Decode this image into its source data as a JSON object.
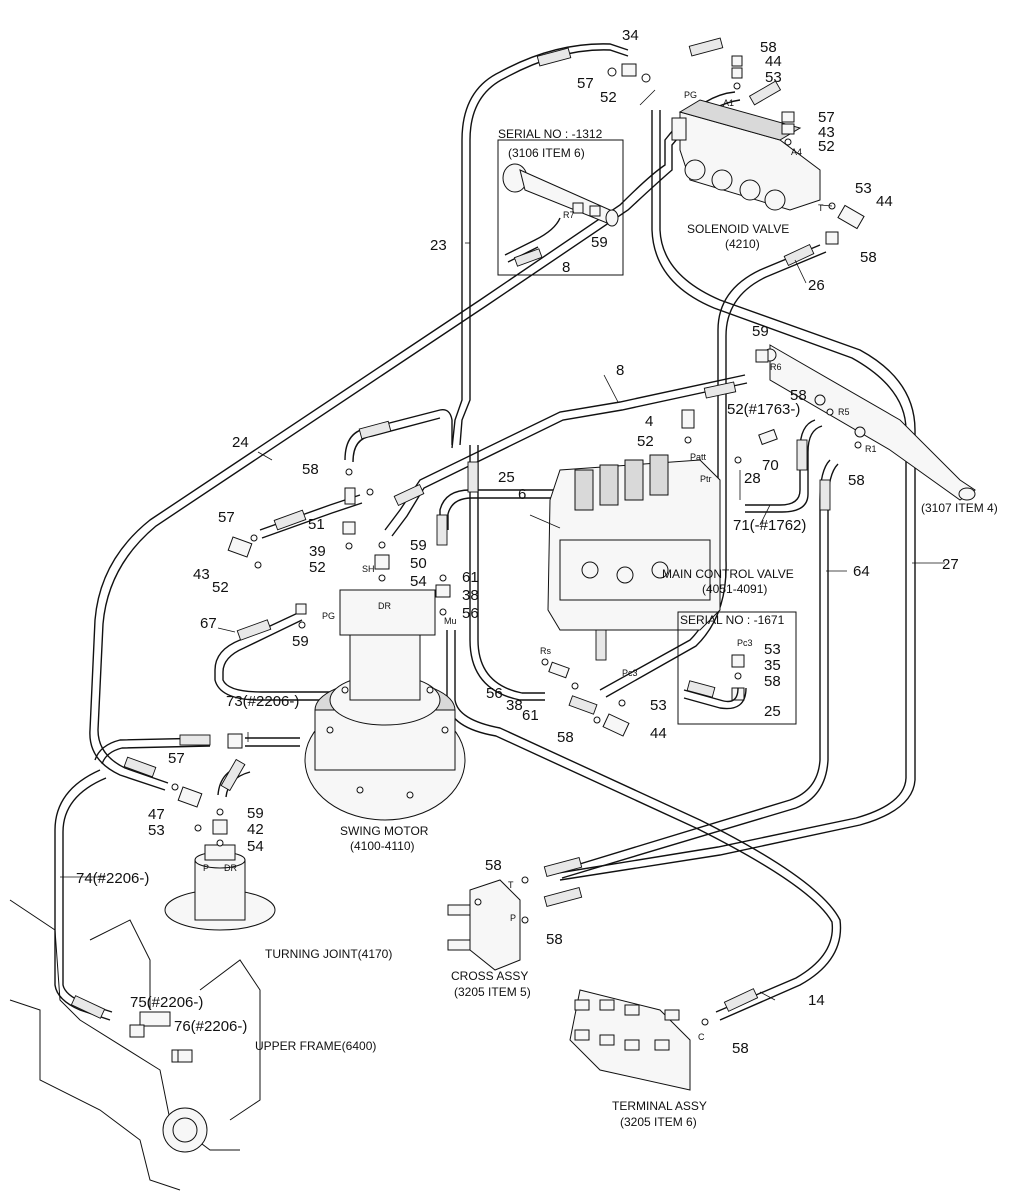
{
  "callouts": {
    "c34": "34",
    "c57a": "57",
    "c52a": "52",
    "c58a": "58",
    "c44a": "44",
    "c53a": "53",
    "c57b": "57",
    "c43a": "43",
    "c52b": "52",
    "c53b": "53",
    "c44b": "44",
    "c58b": "58",
    "c26": "26",
    "c23": "23",
    "c8a": "8",
    "c59a": "59",
    "c59b": "59",
    "c8b": "8",
    "c24": "24",
    "c4": "4",
    "c52c": "52",
    "c52d": "52(#1763-)",
    "c58c": "58",
    "c70": "70",
    "c28": "28",
    "c58d": "58",
    "c58e": "58",
    "c25a": "25",
    "c6": "6",
    "c51": "51",
    "c57c": "57",
    "c39": "39",
    "c52e": "52",
    "c59c": "59",
    "c50": "50",
    "c54a": "54",
    "c61a": "61",
    "c38a": "38",
    "c56a": "56",
    "c43b": "43",
    "c52f": "52",
    "c67": "67",
    "c59d": "59",
    "c71": "71(-#1762)",
    "c64": "64",
    "c27": "27",
    "c53c": "53",
    "c35": "35",
    "c58f": "58",
    "c25b": "25",
    "c56b": "56",
    "c38b": "38",
    "c61b": "61",
    "c53d": "53",
    "c58g": "58",
    "c44c": "44",
    "c73": "73(#2206-)",
    "c57d": "57",
    "c47": "47",
    "c59e": "59",
    "c53e": "53",
    "c42": "42",
    "c54b": "54",
    "c74": "74(#2206-)",
    "c58h": "58",
    "c58i": "58",
    "c14": "14",
    "c58j": "58",
    "c75": "75(#2206-)",
    "c76": "76(#2206-)"
  },
  "captions": {
    "solenoid_name": "SOLENOID VALVE",
    "solenoid_code": "(4210)",
    "serial1312": "SERIAL NO : -1312",
    "item3106": "(3106 ITEM 6)",
    "item3107": "(3107 ITEM 4)",
    "mcv_name": "MAIN CONTROL VALVE",
    "mcv_code": "(4051-4091)",
    "serial1671": "SERIAL NO : -1671",
    "swing_name": "SWING MOTOR",
    "swing_code": "(4100-4110)",
    "turning_joint": "TURNING JOINT(4170)",
    "upper_frame": "UPPER FRAME(6400)",
    "cross_name": "CROSS ASSY",
    "cross_code": "(3205 ITEM 5)",
    "terminal_name": "TERMINAL ASSY",
    "terminal_code": "(3205 ITEM 6)"
  },
  "port_labels": {
    "pg_top": "PG",
    "a1": "A1",
    "a4": "A4",
    "t_sol": "T",
    "r7": "R7",
    "r6": "R6",
    "r5": "R5",
    "r1": "R1",
    "patt": "Patt",
    "ptr": "Ptr",
    "sh": "SH",
    "pg_mid": "PG",
    "dr_sw": "DR",
    "mu": "Mu",
    "rs": "Rs",
    "pc3a": "Pc3",
    "pc3b": "Pc3",
    "p_tj": "P",
    "dr_tj": "DR",
    "t_cross": "T",
    "p_cross": "P",
    "c_term": "C"
  }
}
